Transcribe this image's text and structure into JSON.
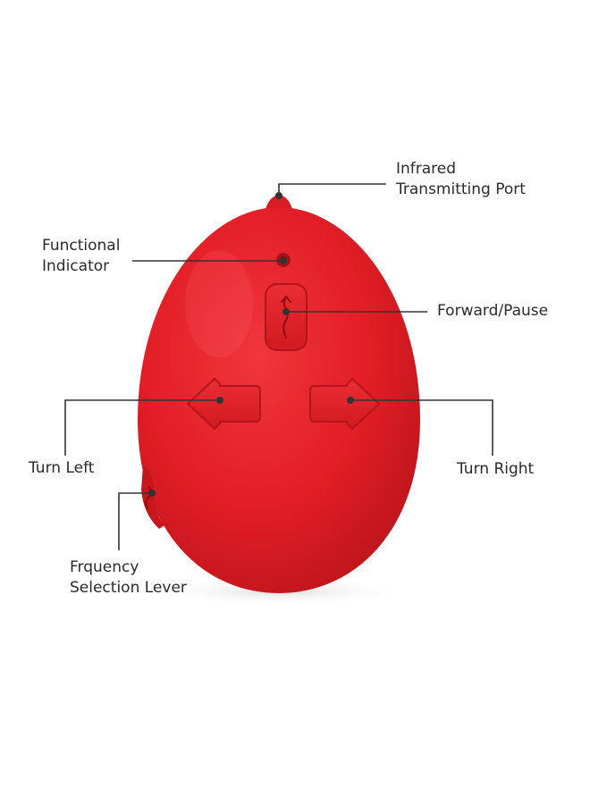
{
  "colors": {
    "body": "#e31e26",
    "shadow": "#b5141b",
    "highlight": "#f2505a",
    "leader": "#333333"
  },
  "labels": {
    "infrared": {
      "line1": "Infrared",
      "line2": "Transmitting Port"
    },
    "indicator": {
      "line1": "Functional",
      "line2": "Indicator"
    },
    "forward": {
      "text": "Forward/Pause"
    },
    "turn_left": {
      "text": "Turn Left"
    },
    "turn_right": {
      "text": "Turn Right"
    },
    "frequency": {
      "line1": "Frquency",
      "line2": "Selection Lever"
    }
  }
}
